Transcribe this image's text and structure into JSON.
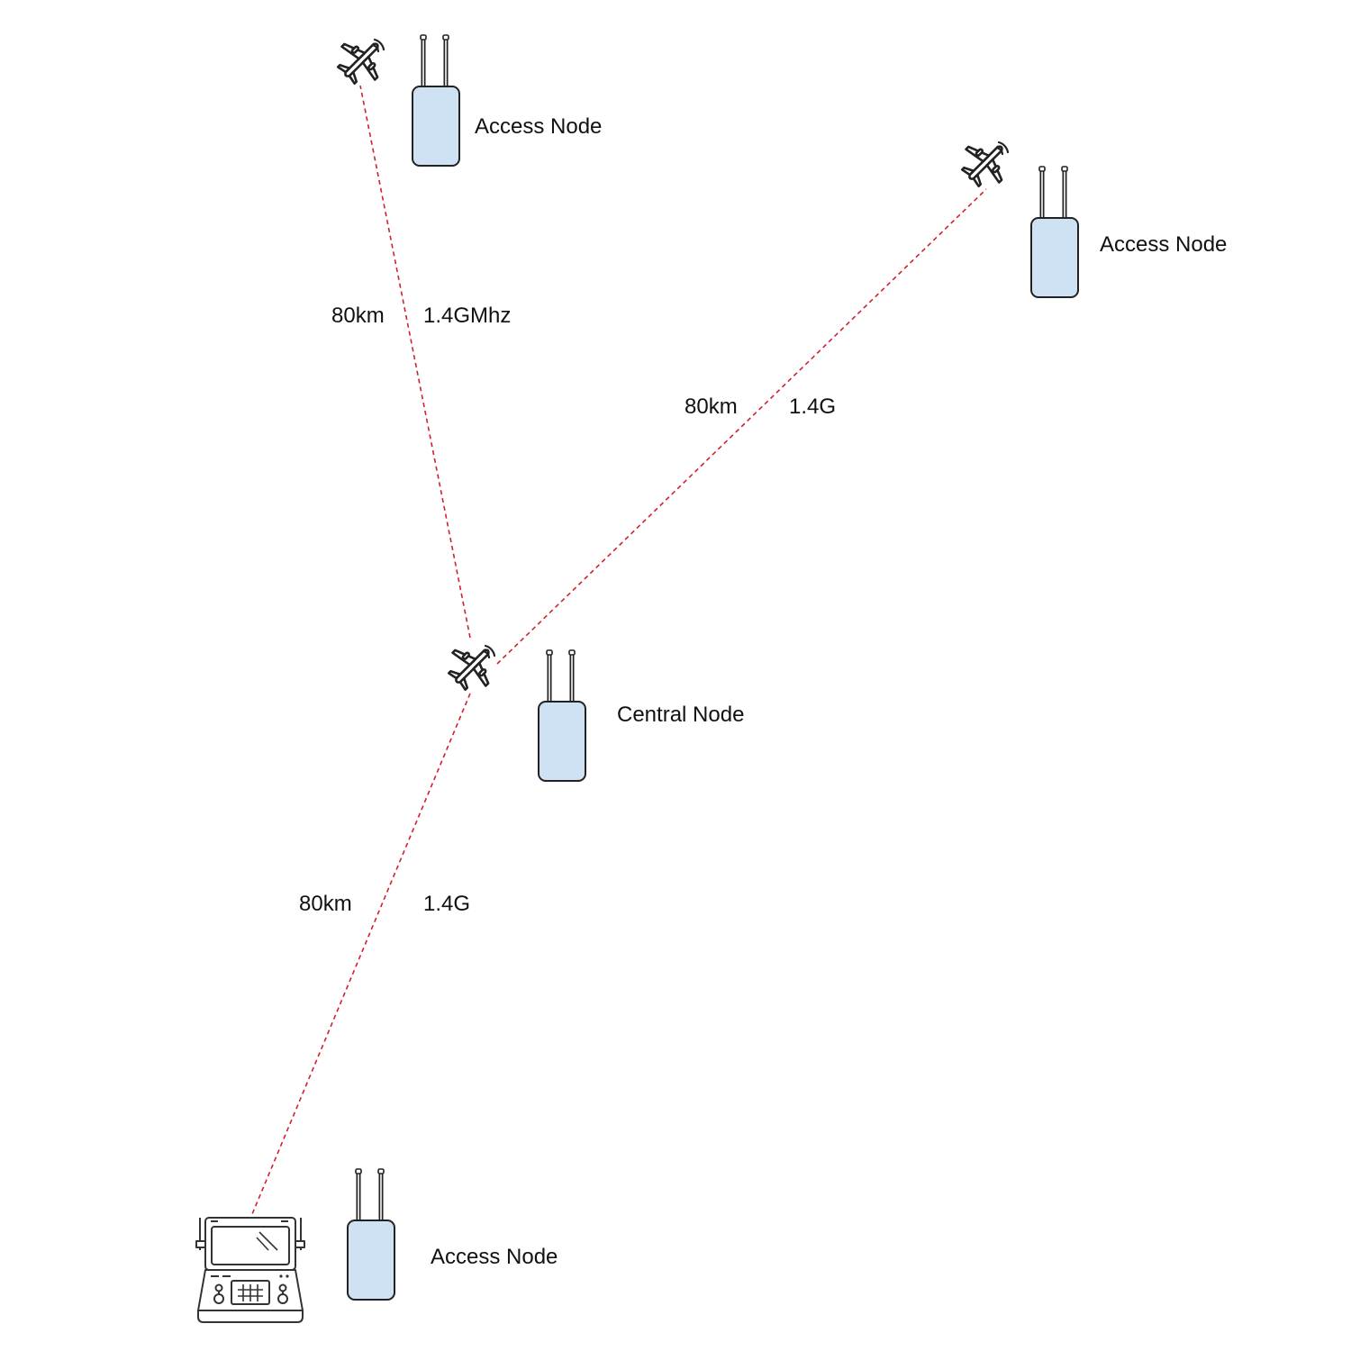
{
  "diagram": {
    "title": "",
    "colors": {
      "link": "#d0202e",
      "node_fill": "#cfe2f3",
      "outline": "#222222"
    },
    "nodes": [
      {
        "id": "drone-top",
        "kind": "drone",
        "radio_label": "Access Node"
      },
      {
        "id": "drone-right",
        "kind": "drone",
        "radio_label": "Access Node"
      },
      {
        "id": "drone-central",
        "kind": "drone",
        "radio_label": "Central Node"
      },
      {
        "id": "ground-station",
        "kind": "ground-control-station",
        "radio_label": "Access Node"
      }
    ],
    "links": [
      {
        "from": "drone-central",
        "to": "drone-top",
        "distance": "80km",
        "frequency": "1.4GMhz",
        "style": "dashed"
      },
      {
        "from": "drone-central",
        "to": "drone-right",
        "distance": "80km",
        "frequency": "1.4G",
        "style": "dashed"
      },
      {
        "from": "drone-central",
        "to": "ground-station",
        "distance": "80km",
        "frequency": "1.4G",
        "style": "dashed"
      }
    ]
  }
}
